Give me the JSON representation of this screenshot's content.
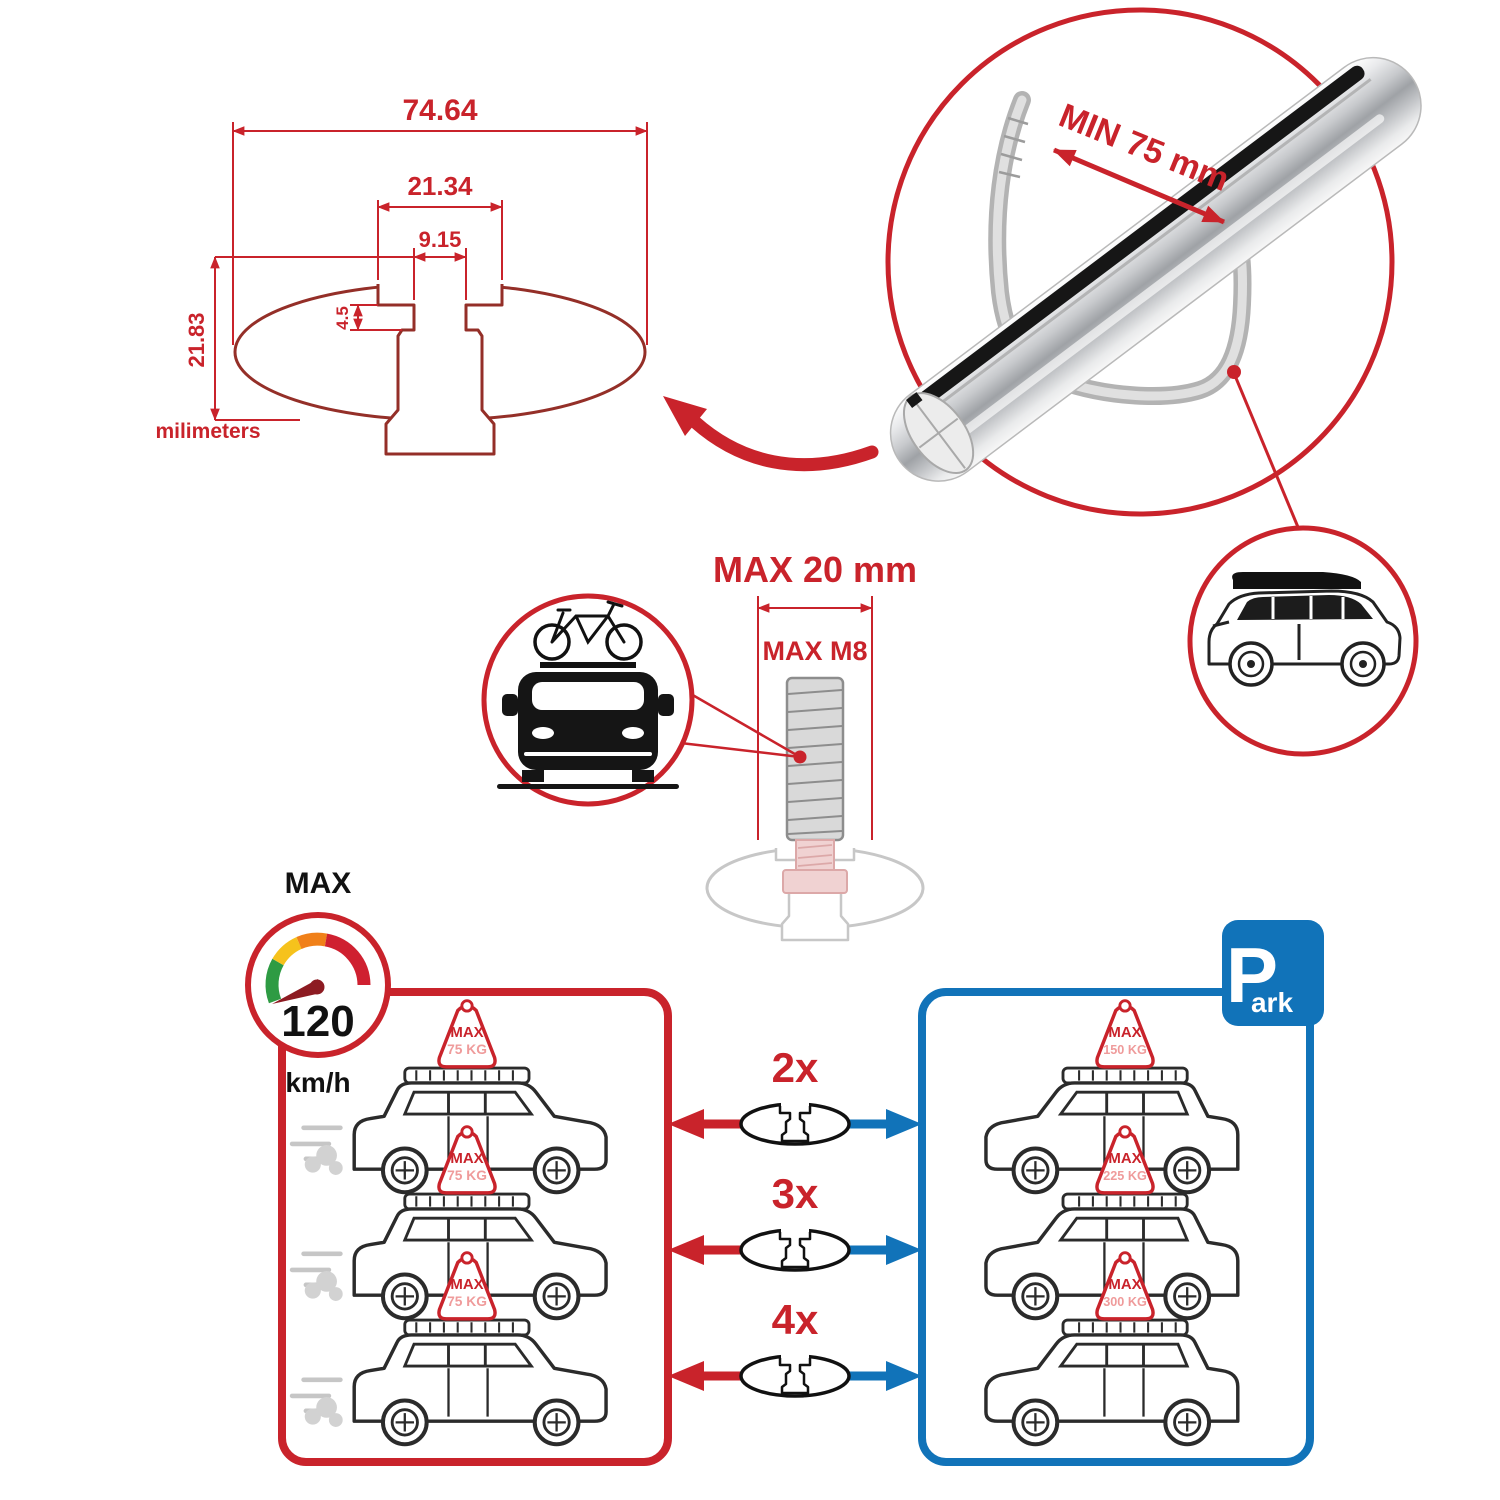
{
  "colors": {
    "accent_red": "#c9232b",
    "accent_blue": "#1173b9",
    "line_dark": "#111111",
    "profile_maroon": "#942f28"
  },
  "tech_drawing": {
    "dim_total_width": "74.64",
    "dim_channel_width": "21.34",
    "dim_slot_width": "9.15",
    "dim_lip_depth": "4.5",
    "dim_total_height": "21.83",
    "units_label": "milimeters"
  },
  "bar_detail": {
    "min_span_label": "MIN 75 mm"
  },
  "bolt_detail": {
    "max_width_label": "MAX 20 mm",
    "max_thread_label": "MAX M8"
  },
  "speed_limit": {
    "label": "MAX",
    "value": "120",
    "units": "km/h"
  },
  "parking_sign": {
    "letter_large": "P",
    "letter_rest": "ark"
  },
  "bar_counts": [
    {
      "label": "2x"
    },
    {
      "label": "3x"
    },
    {
      "label": "4x"
    }
  ],
  "driving_cars": [
    {
      "tag_line1": "MAX",
      "tag_line2": "75 KG"
    },
    {
      "tag_line1": "MAX",
      "tag_line2": "75 KG"
    },
    {
      "tag_line1": "MAX",
      "tag_line2": "75 KG"
    }
  ],
  "parked_cars": [
    {
      "tag_line1": "MAX",
      "tag_line2": "150 KG"
    },
    {
      "tag_line1": "MAX",
      "tag_line2": "225 KG"
    },
    {
      "tag_line1": "MAX",
      "tag_line2": "300 KG"
    }
  ]
}
